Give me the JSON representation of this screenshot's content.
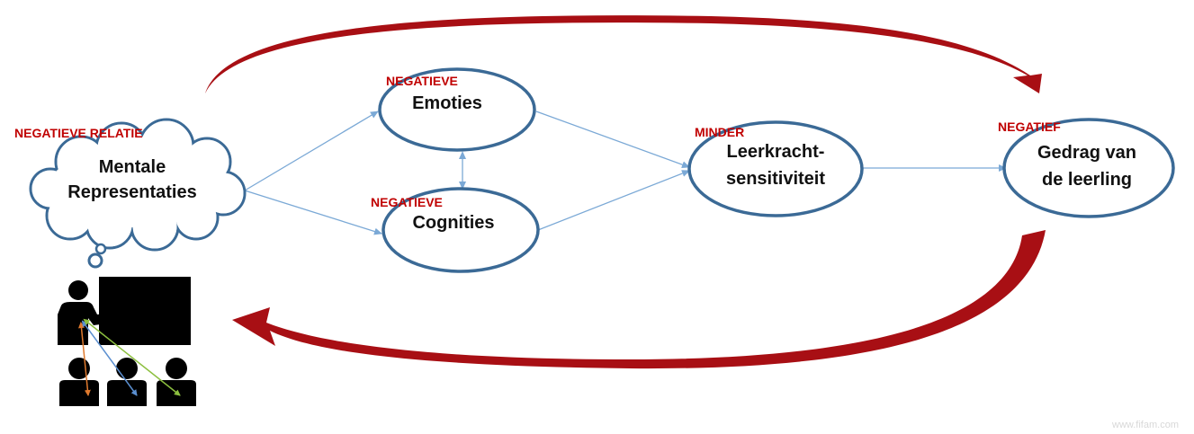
{
  "colors": {
    "node_stroke": "#3b6a96",
    "connector": "#7ba9d6",
    "tag_text": "#c00000",
    "feedback_arrow": "#a80f14",
    "silhouette": "#000000"
  },
  "relation_label": "NEGATIEVE RELATIE",
  "nodes": {
    "mental": {
      "line1": "Mentale",
      "line2": "Representaties",
      "shape": "thought-cloud"
    },
    "emoties": {
      "tag": "NEGATIEVE",
      "label": "Emoties"
    },
    "cognities": {
      "tag": "NEGATIEVE",
      "label": "Cognities"
    },
    "sensitiviteit": {
      "tag": "MINDER",
      "line1": "Leerkracht-",
      "line2": "sensitiviteit"
    },
    "gedrag": {
      "tag": "NEGATIEF",
      "line1": "Gedrag van",
      "line2": "de leerling"
    }
  },
  "classroom_icon": "teacher-at-blackboard-with-students-icon",
  "watermark": "www.fifam.com"
}
